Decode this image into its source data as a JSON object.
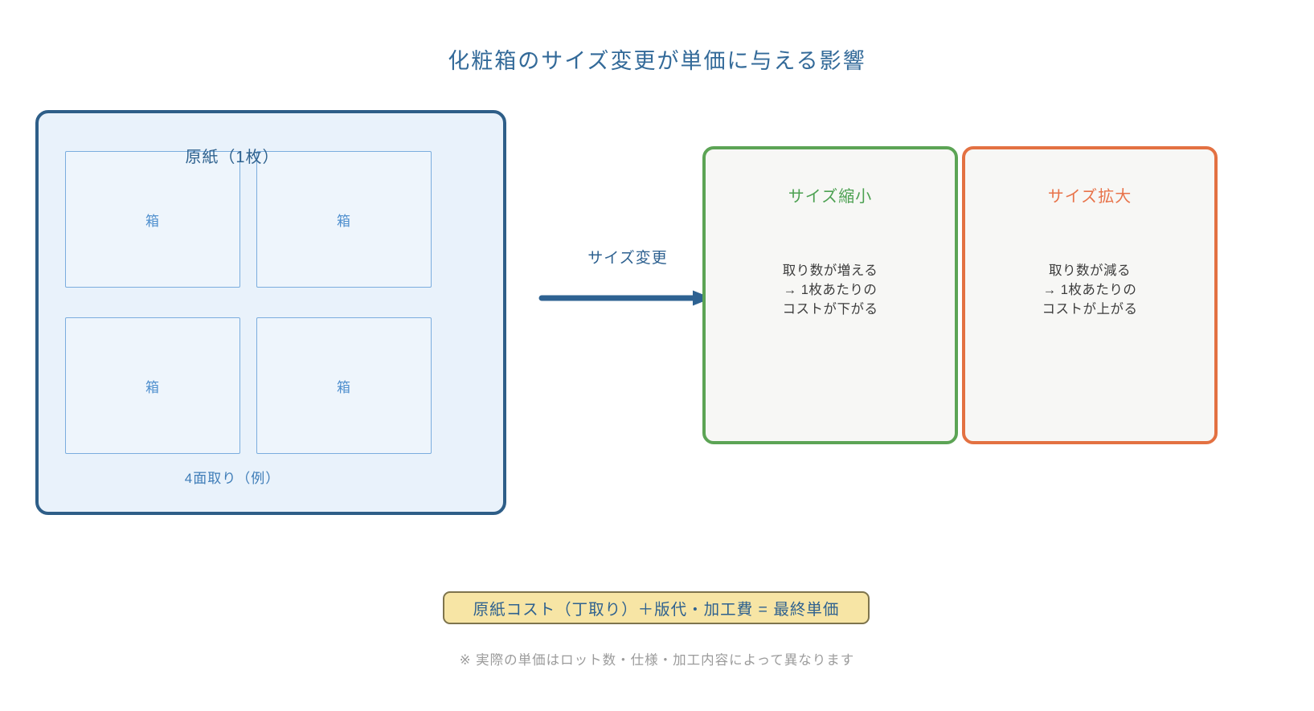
{
  "page": {
    "title": "化粧箱のサイズ変更が単価に与える影響"
  },
  "sheet_panel": {
    "label": "原紙（1枚）",
    "cells": [
      "箱",
      "箱",
      "箱",
      "箱"
    ],
    "caption": "4面取り（例）"
  },
  "transition": {
    "label": "サイズ変更"
  },
  "outcomes": [
    {
      "title": "サイズ縮小",
      "lines": [
        "取り数が増える",
        "→ 1枚あたりの",
        "コストが下がる"
      ],
      "accent_color": "#5ca455"
    },
    {
      "title": "サイズ拡大",
      "lines": [
        "取り数が減る",
        "→ 1枚あたりの",
        "コストが上がる"
      ],
      "accent_color": "#e37142"
    }
  ],
  "formula": {
    "text": "原紙コスト（丁取り）＋版代・加工費 = 最終単価",
    "bg_color": "#f7e5a5",
    "border_color": "#7e744d",
    "text_color": "#2e618f"
  },
  "footnote": "※ 実際の単価はロット数・仕様・加工内容によって異なります",
  "colors": {
    "title_text": "#336a99",
    "sheet_border": "#2e5e88",
    "sheet_fill": "#e9f2fb",
    "cell_border": "#7badde",
    "cell_fill": "#eef5fc",
    "cell_text": "#4f8fce",
    "arrow": "#2e6292",
    "panel_fill": "#f7f7f5",
    "body_text": "#3d3d3d",
    "note_text": "#9b9b9b"
  }
}
